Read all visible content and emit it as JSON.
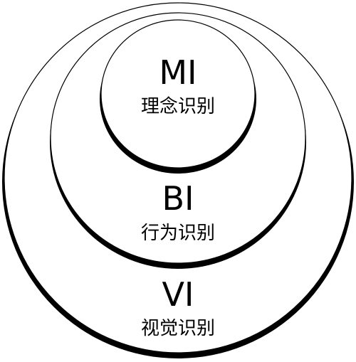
{
  "layers": [
    {
      "abbr": "VI",
      "name": "视觉识别"
    },
    {
      "abbr": "BI",
      "name": "行为识别"
    },
    {
      "abbr": "MI",
      "name": "理念识别"
    }
  ],
  "colors": {
    "line": "#000000",
    "fill": "#ffffff",
    "text": "#000000"
  }
}
